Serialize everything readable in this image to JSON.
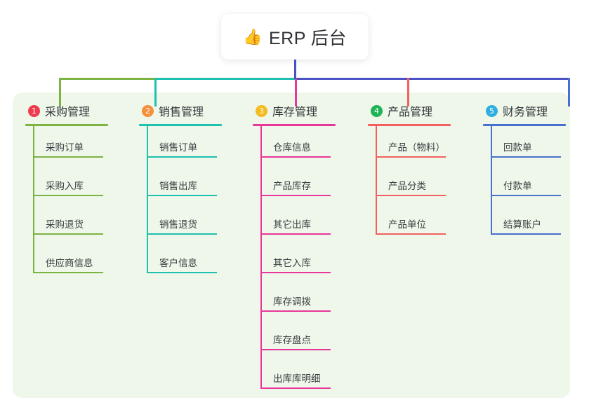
{
  "root": {
    "icon": "thumbs-up-icon",
    "icon_glyph": "👍",
    "title": "ERP 后台"
  },
  "theme": {
    "panel_background": "#eef7e9",
    "page_background": "#ffffff",
    "trunk_color": "#4b52c4",
    "text_color": "#33363b"
  },
  "columns": [
    {
      "number": "1",
      "badge_color": "#ef3b50",
      "line_color": "#7cb342",
      "title": "采购管理",
      "items": [
        {
          "label": "采购订单"
        },
        {
          "label": "采购入库"
        },
        {
          "label": "采购退货"
        },
        {
          "label": "供应商信息"
        }
      ]
    },
    {
      "number": "2",
      "badge_color": "#f5903b",
      "line_color": "#1ec0b0",
      "title": "销售管理",
      "items": [
        {
          "label": "销售订单"
        },
        {
          "label": "销售出库"
        },
        {
          "label": "销售退货"
        },
        {
          "label": "客户信息"
        }
      ]
    },
    {
      "number": "3",
      "badge_color": "#f5bc20",
      "line_color": "#e8379b",
      "title": "库存管理",
      "items": [
        {
          "label": "仓库信息"
        },
        {
          "label": "产品库存"
        },
        {
          "label": "其它出库"
        },
        {
          "label": "其它入库"
        },
        {
          "label": "库存调拨"
        },
        {
          "label": "库存盘点"
        },
        {
          "label": "出库库明细"
        }
      ]
    },
    {
      "number": "4",
      "badge_color": "#1eb455",
      "line_color": "#f2615f",
      "title": "产品管理",
      "items": [
        {
          "label": "产品（物料）"
        },
        {
          "label": "产品分类"
        },
        {
          "label": "产品单位"
        }
      ]
    },
    {
      "number": "5",
      "badge_color": "#2fafe0",
      "line_color": "#4b6fd0",
      "title": "财务管理",
      "items": [
        {
          "label": "回款单"
        },
        {
          "label": "付款单"
        },
        {
          "label": "结算账户"
        }
      ]
    }
  ]
}
